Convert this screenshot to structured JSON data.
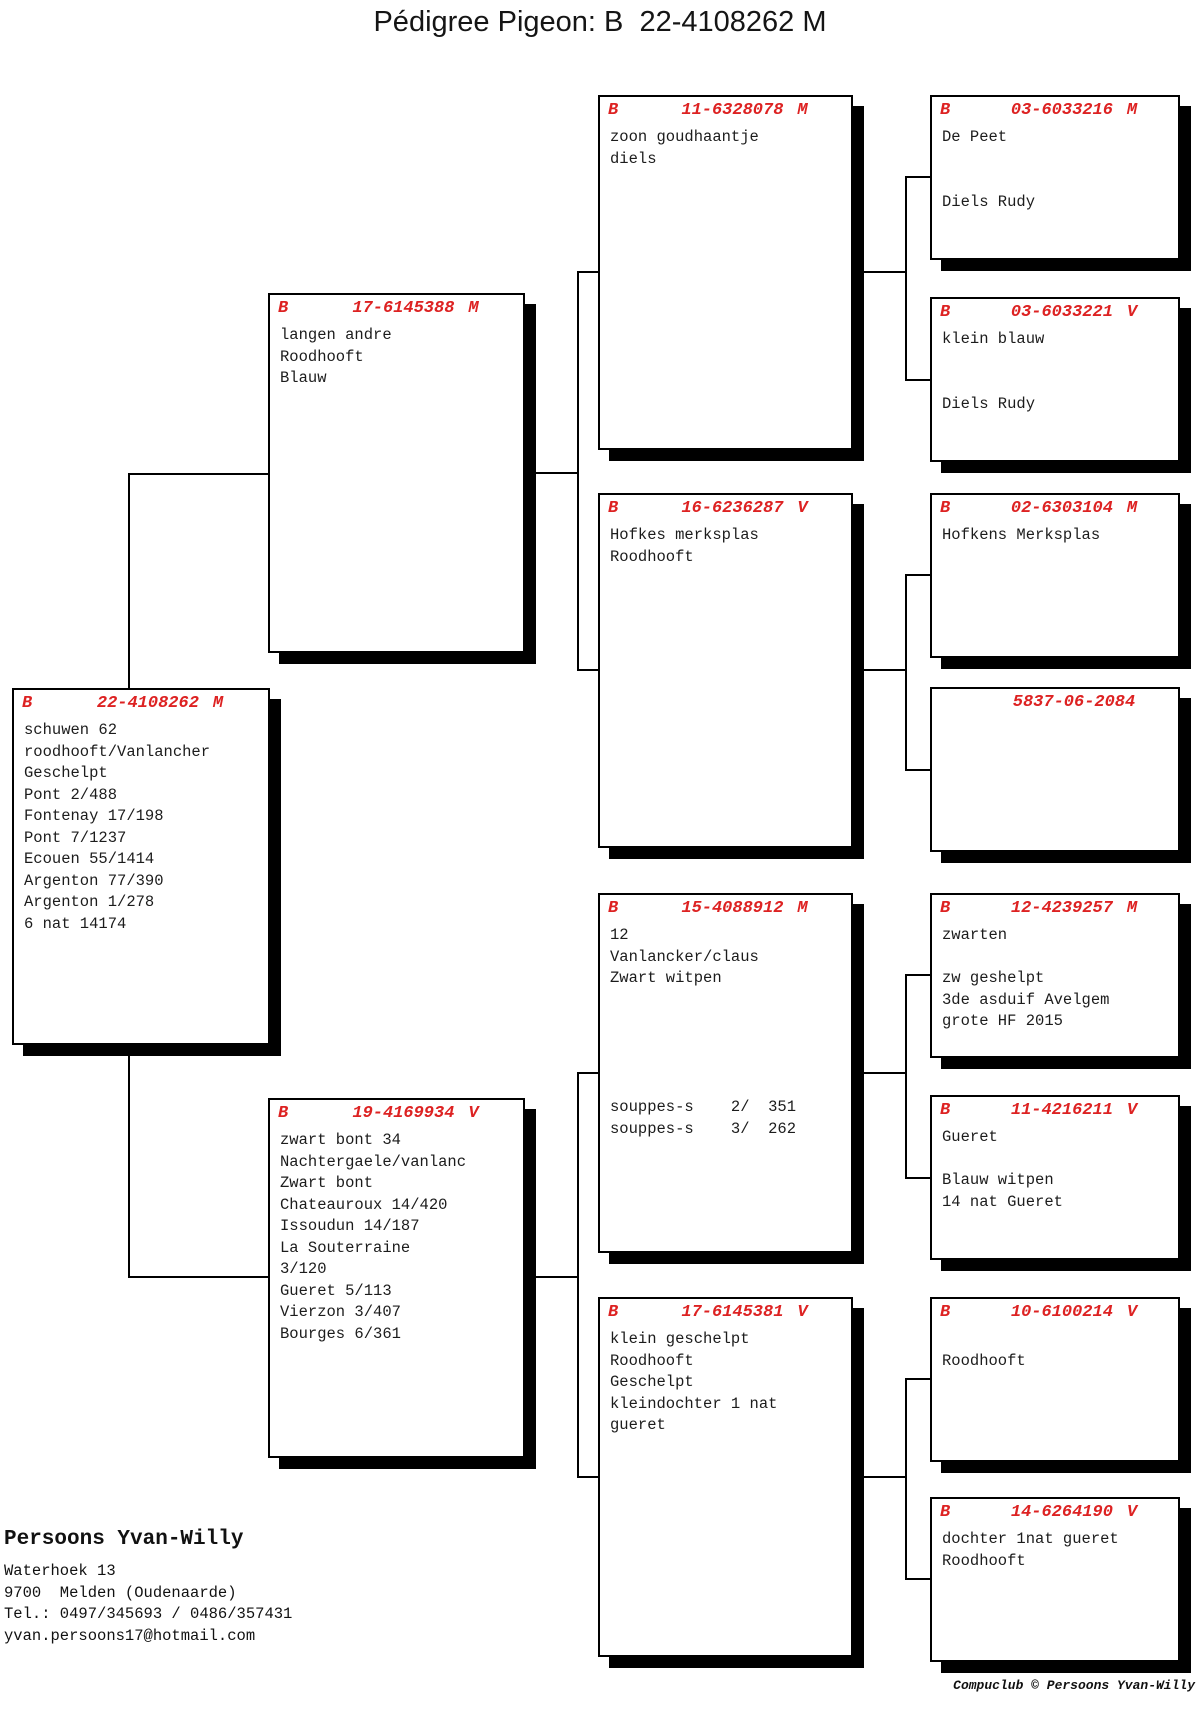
{
  "title": "Pédigree Pigeon: B  22-4108262 M",
  "colors": {
    "ring_red": "#dd2222"
  },
  "boxes": {
    "subject": {
      "country": "B",
      "ring": "22-4108262",
      "sex": "M",
      "lines": [
        "schuwen 62",
        "roodhooft/Vanlancher",
        "Geschelpt",
        "Pont 2/488",
        "Fontenay 17/198",
        "Pont 7/1237",
        "Ecouen 55/1414",
        "Argenton 77/390",
        "Argenton 1/278",
        "6 nat 14174"
      ]
    },
    "father": {
      "country": "B",
      "ring": "17-6145388",
      "sex": "M",
      "lines": [
        "langen andre",
        "Roodhooft",
        "Blauw"
      ]
    },
    "mother": {
      "country": "B",
      "ring": "19-4169934",
      "sex": "V",
      "lines": [
        "zwart bont 34",
        "Nachtergaele/vanlanc",
        "Zwart bont",
        "Chateauroux 14/420",
        "Issoudun 14/187",
        "La Souterraine",
        "3/120",
        "Gueret 5/113",
        "Vierzon 3/407",
        "Bourges 6/361"
      ]
    },
    "ff": {
      "country": "B",
      "ring": "11-6328078",
      "sex": "M",
      "lines": [
        "zoon goudhaantje",
        "diels"
      ]
    },
    "fm": {
      "country": "B",
      "ring": "16-6236287",
      "sex": "V",
      "lines": [
        "Hofkes merksplas",
        "Roodhooft"
      ]
    },
    "mf": {
      "country": "B",
      "ring": "15-4088912",
      "sex": "M",
      "lines": [
        "12",
        "Vanlancker/claus",
        "Zwart witpen",
        "",
        "",
        "",
        "",
        "",
        "souppes-s    2/  351",
        "souppes-s    3/  262"
      ]
    },
    "mm": {
      "country": "B",
      "ring": "17-6145381",
      "sex": "V",
      "lines": [
        "klein geschelpt",
        "Roodhooft",
        "Geschelpt",
        "kleindochter 1 nat",
        "gueret"
      ]
    },
    "fff": {
      "country": "B",
      "ring": "03-6033216",
      "sex": "M",
      "lines": [
        "De Peet",
        "",
        "",
        "Diels Rudy"
      ]
    },
    "ffm": {
      "country": "B",
      "ring": "03-6033221",
      "sex": "V",
      "lines": [
        "klein blauw",
        "",
        "",
        "Diels Rudy"
      ]
    },
    "fmf": {
      "country": "B",
      "ring": "02-6303104",
      "sex": "M",
      "lines": [
        "Hofkens Merksplas"
      ]
    },
    "fmm": {
      "country": "",
      "ring": "5837-06-2084",
      "sex": "",
      "lines": []
    },
    "mff": {
      "country": "B",
      "ring": "12-4239257",
      "sex": "M",
      "lines": [
        "zwarten",
        "",
        "zw geshelpt",
        "3de asduif Avelgem",
        "grote HF 2015"
      ]
    },
    "mfm": {
      "country": "B",
      "ring": "11-4216211",
      "sex": "V",
      "lines": [
        "Gueret",
        "",
        "Blauw witpen",
        "14 nat Gueret"
      ]
    },
    "mmf": {
      "country": "B",
      "ring": "10-6100214",
      "sex": "V",
      "lines": [
        "",
        "Roodhooft"
      ]
    },
    "mmm": {
      "country": "B",
      "ring": "14-6264190",
      "sex": "V",
      "lines": [
        "dochter 1nat gueret",
        "Roodhooft"
      ]
    }
  },
  "owner": {
    "name": "Persoons Yvan-Willy",
    "address": [
      "Waterhoek 13",
      "9700  Melden (Oudenaarde)",
      "Tel.: 0497/345693 / 0486/357431",
      "yvan.persoons17@hotmail.com"
    ]
  },
  "footer": "Compuclub © Persoons Yvan-Willy"
}
